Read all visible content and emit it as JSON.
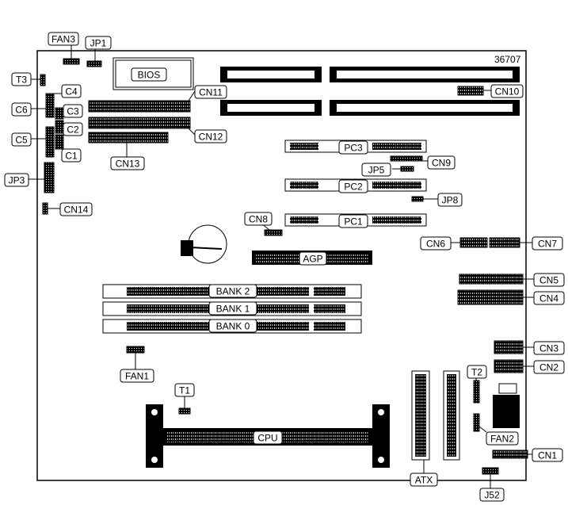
{
  "diagram": {
    "figure_number": "36707",
    "labels": {
      "fan3": "FAN3",
      "jp1": "JP1",
      "t3": "T3",
      "c4": "C4",
      "c6": "C6",
      "c3": "C3",
      "c2": "C2",
      "c5": "C5",
      "c1": "C1",
      "jp3": "JP3",
      "cn14": "CN14",
      "bios": "BIOS",
      "cn11": "CN11",
      "cn12": "CN12",
      "cn13": "CN13",
      "cn10": "CN10",
      "pc3": "PC3",
      "cn9": "CN9",
      "jp5": "JP5",
      "pc2": "PC2",
      "jp8": "JP8",
      "pc1": "PC1",
      "cn8": "CN8",
      "cn6": "CN6",
      "cn7": "CN7",
      "agp": "AGP",
      "cn5": "CN5",
      "cn4": "CN4",
      "bank2": "BANK 2",
      "bank1": "BANK 1",
      "bank0": "BANK 0",
      "cn3": "CN3",
      "cn2": "CN2",
      "fan1": "FAN1",
      "t1": "T1",
      "t2": "T2",
      "fan2": "FAN2",
      "cpu": "CPU",
      "cn1": "CN1",
      "atx": "ATX",
      "j52": "J52"
    }
  }
}
